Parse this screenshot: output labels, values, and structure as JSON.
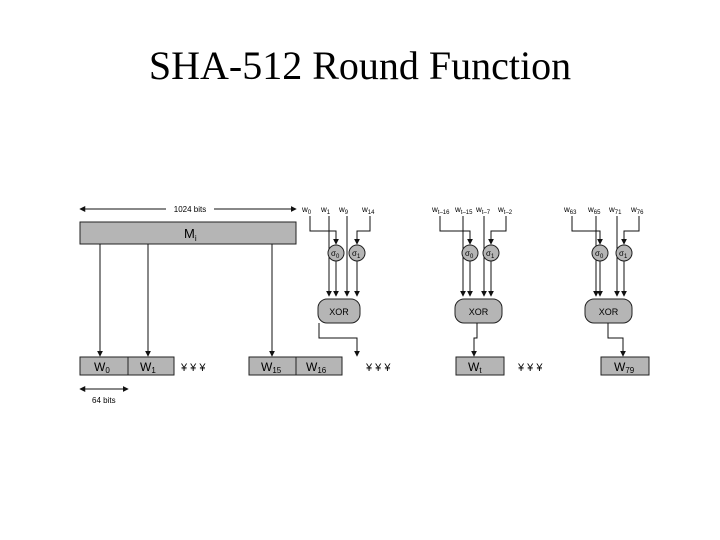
{
  "title": "SHA-512 Round Function",
  "message_block": {
    "label": "M",
    "subscript": "i",
    "size_label": "1024 bits"
  },
  "word_size_label": "64 bits",
  "words": [
    {
      "main": "W",
      "sub": "0"
    },
    {
      "main": "W",
      "sub": "1"
    },
    {
      "main": "W",
      "sub": "15"
    },
    {
      "main": "W",
      "sub": "16"
    },
    {
      "main": "W",
      "sub": "t"
    },
    {
      "main": "W",
      "sub": "79"
    }
  ],
  "ellipsis": "¥ ¥ ¥",
  "xor_label": "XOR",
  "expansion_units": [
    {
      "inputs": [
        {
          "main": "w",
          "sub": "0"
        },
        {
          "main": "w",
          "sub": "1"
        },
        {
          "main": "w",
          "sub": "9"
        },
        {
          "main": "w",
          "sub": "14"
        }
      ],
      "sigma": [
        {
          "main": "σ",
          "sub": "0"
        },
        {
          "main": "σ",
          "sub": "1"
        }
      ]
    },
    {
      "inputs": [
        {
          "main": "w",
          "sub": "t–16"
        },
        {
          "main": "w",
          "sub": "t–15"
        },
        {
          "main": "w",
          "sub": "t–7"
        },
        {
          "main": "w",
          "sub": "t–2"
        }
      ],
      "sigma": [
        {
          "main": "σ",
          "sub": "0"
        },
        {
          "main": "σ",
          "sub": "1"
        }
      ]
    },
    {
      "inputs": [
        {
          "main": "w",
          "sub": "63"
        },
        {
          "main": "w",
          "sub": "65"
        },
        {
          "main": "w",
          "sub": "71"
        },
        {
          "main": "w",
          "sub": "76"
        }
      ],
      "sigma": [
        {
          "main": "σ",
          "sub": "0"
        },
        {
          "main": "σ",
          "sub": "1"
        }
      ]
    }
  ]
}
